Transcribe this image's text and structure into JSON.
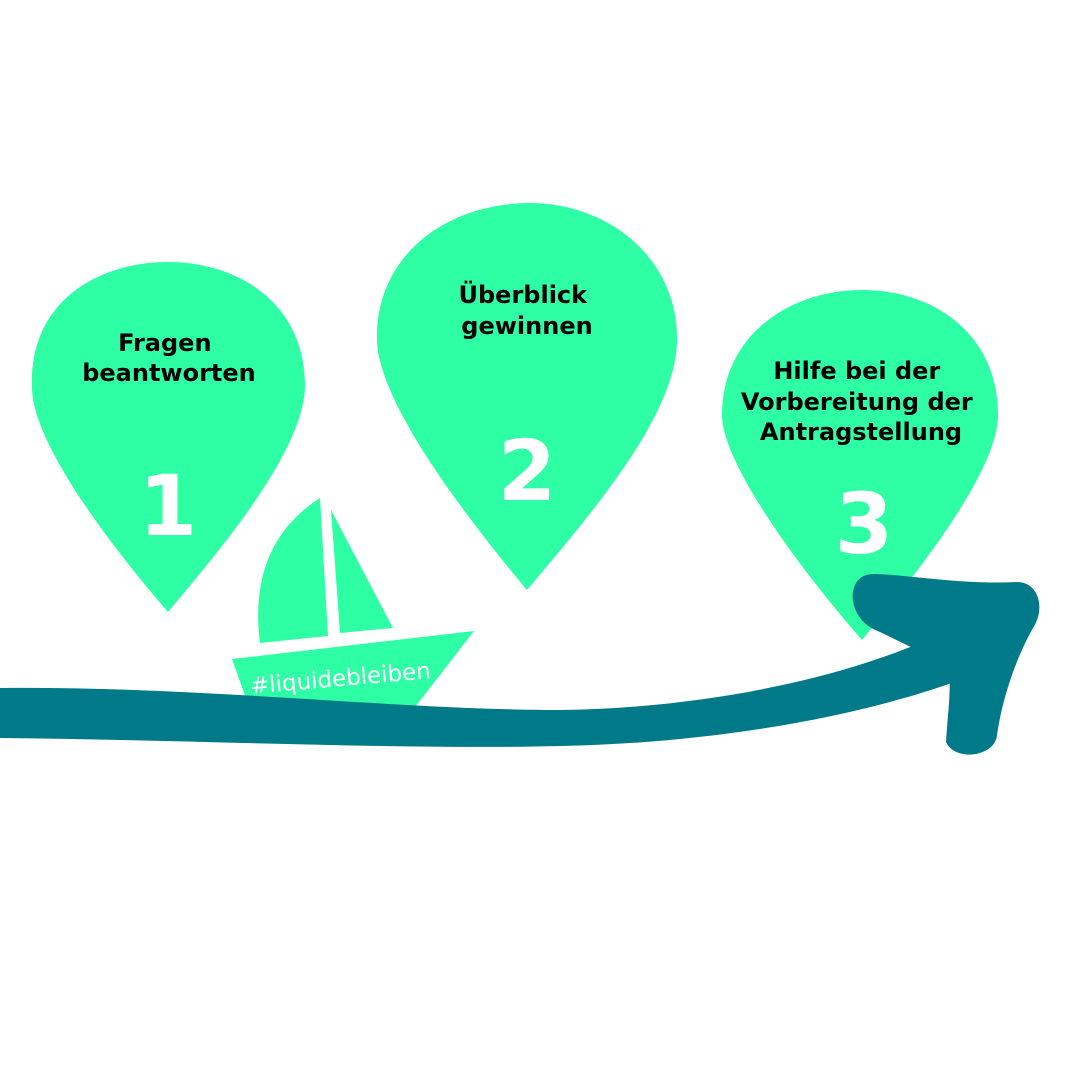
{
  "colors": {
    "pin": "#2effa5",
    "path": "#007a89",
    "number": "#ffffff",
    "label": "#000000"
  },
  "steps": [
    {
      "number": "1",
      "lines": [
        "Fragen",
        "beantworten"
      ]
    },
    {
      "number": "2",
      "lines": [
        "Überblick",
        "gewinnen"
      ]
    },
    {
      "number": "3",
      "lines": [
        "Hilfe bei der",
        "Vorbereitung der",
        "Antragstellung"
      ]
    }
  ],
  "boat": {
    "hashtag": "#liquidebleiben"
  }
}
